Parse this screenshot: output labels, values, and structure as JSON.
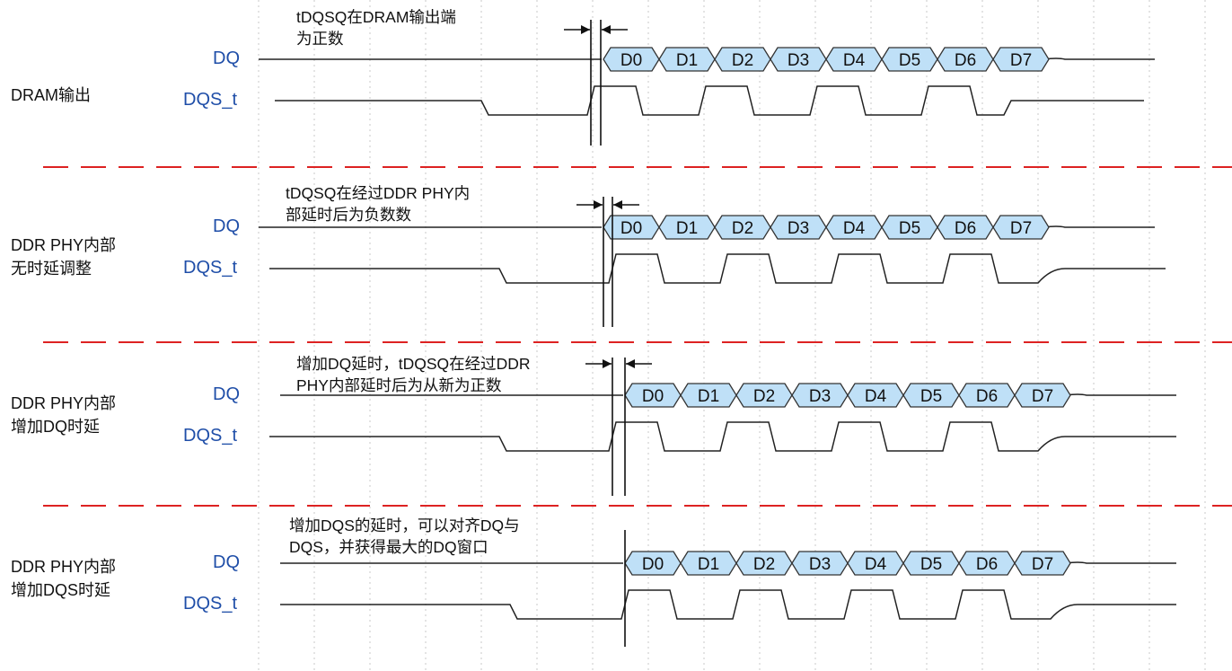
{
  "colors": {
    "data_fill": "#bfe0f7",
    "data_stroke": "#333333",
    "signal_label": "#1f4ea8",
    "separator": "#dd2222",
    "grid": "#c8c8c8"
  },
  "signal_names": {
    "dq": "DQ",
    "dqs": "DQS_t"
  },
  "data_beats": [
    "D0",
    "D1",
    "D2",
    "D3",
    "D4",
    "D5",
    "D6",
    "D7"
  ],
  "sections": [
    {
      "label_lines": [
        "DRAM输出"
      ],
      "note_lines": [
        "tDQSQ在DRAM输出端",
        "为正数"
      ]
    },
    {
      "label_lines": [
        "DDR PHY内部",
        "无时延调整"
      ],
      "note_lines": [
        "tDQSQ在经过DDR PHY内",
        "部延时后为负数数"
      ]
    },
    {
      "label_lines": [
        "DDR PHY内部",
        "增加DQ时延"
      ],
      "note_lines": [
        "增加DQ延时，tDQSQ在经过DDR",
        "PHY内部延时后为从新为正数"
      ]
    },
    {
      "label_lines": [
        "DDR PHY内部",
        "增加DQS时延"
      ],
      "note_lines": [
        "增加DQS的延时，可以对齐DQ与",
        "DQS，并获得最大的DQ窗口"
      ]
    }
  ]
}
